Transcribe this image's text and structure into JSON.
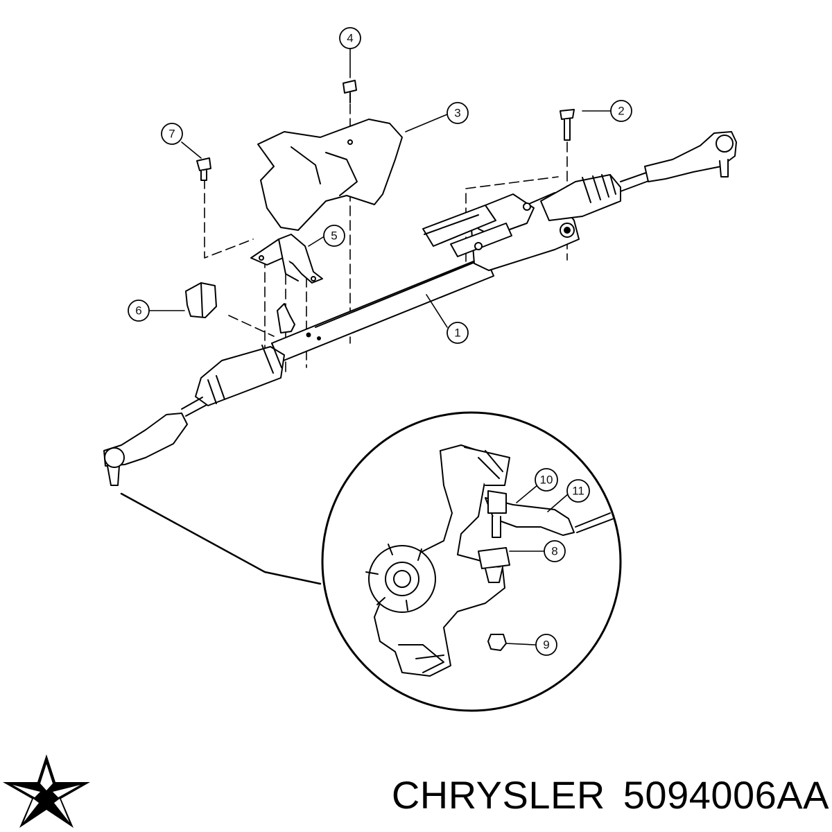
{
  "callouts": [
    {
      "label": "1"
    },
    {
      "label": "2"
    },
    {
      "label": "3"
    },
    {
      "label": "4"
    },
    {
      "label": "5"
    },
    {
      "label": "6"
    },
    {
      "label": "7"
    },
    {
      "label": "8"
    },
    {
      "label": "9"
    },
    {
      "label": "10"
    },
    {
      "label": "11"
    }
  ],
  "caption": {
    "brand": "CHRYSLER",
    "part_number": "5094006AA"
  },
  "logo": {
    "icon": "pentastar-icon",
    "color": "#000000"
  },
  "colors": {
    "line": "#000000",
    "background": "#ffffff",
    "light_fill": "#f2f2f2"
  }
}
